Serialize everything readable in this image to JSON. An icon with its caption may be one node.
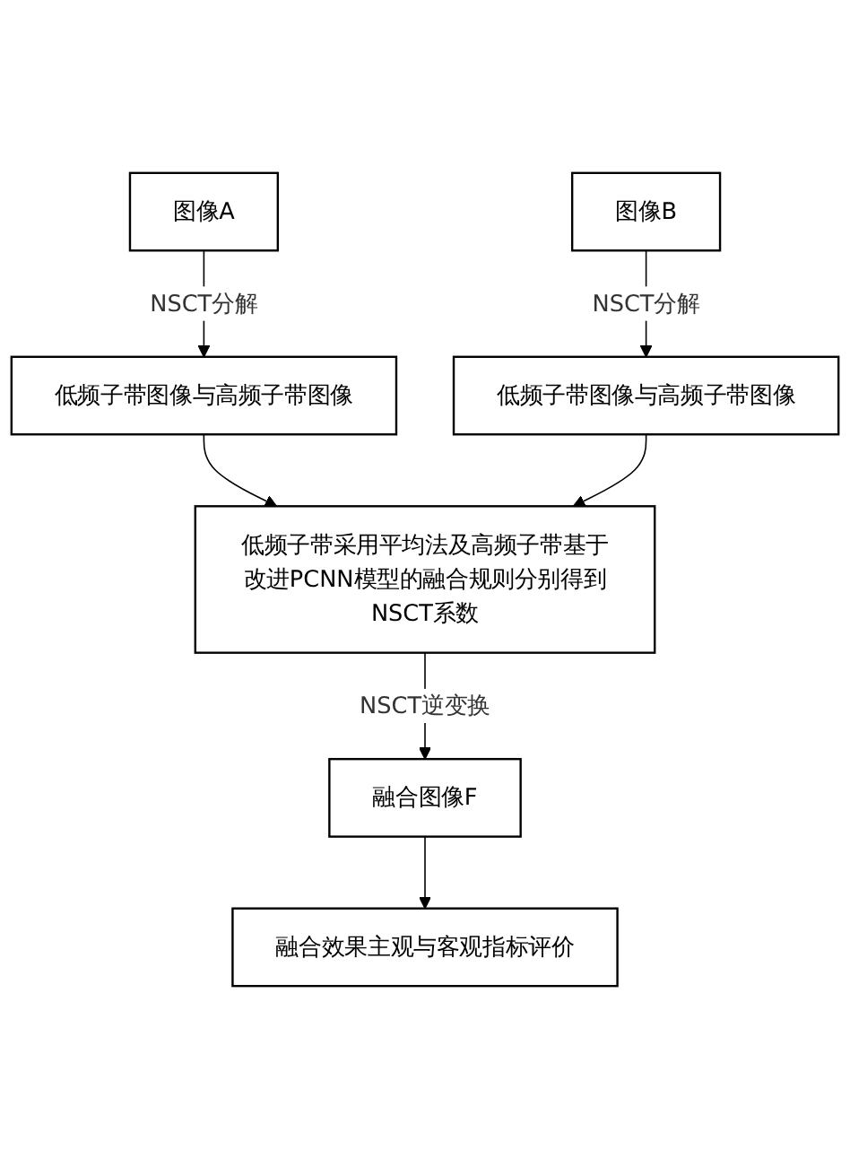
{
  "diagram": {
    "nodes": [
      {
        "text": [
          "图像A"
        ]
      },
      {
        "text": [
          "图像B"
        ]
      },
      {
        "text": [
          "低频子带图像与高频子带图像"
        ]
      },
      {
        "text": [
          "低频子带图像与高频子带图像"
        ]
      },
      {
        "text": [
          "低频子带采用平均法及高频子带基于改进PCNN模型的融合规则分别得到NSCT系数"
        ]
      },
      {
        "text": [
          "融合图像F"
        ]
      },
      {
        "text": [
          "融合效果主观与客观指标评价"
        ]
      }
    ],
    "edges": [
      {
        "from": 0,
        "to": 2,
        "arrow": "to",
        "label": "NSCT分解"
      },
      {
        "from": 1,
        "to": 3,
        "arrow": "to",
        "label": "NSCT分解"
      },
      {
        "from": 2,
        "to": 4,
        "arrow": "to"
      },
      {
        "from": 3,
        "to": 4,
        "arrow": "to"
      },
      {
        "from": 4,
        "to": 5,
        "arrow": "to",
        "label": "NSCT逆变换"
      },
      {
        "from": 5,
        "to": 6,
        "arrow": "to"
      }
    ]
  }
}
